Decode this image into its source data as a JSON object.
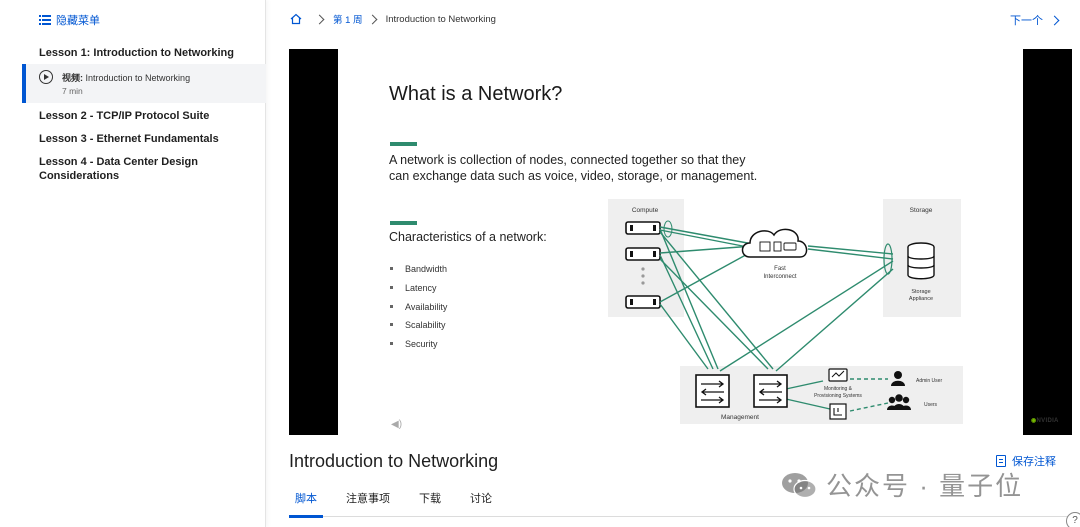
{
  "sidebar": {
    "hide_menu_label": "隐藏菜单",
    "lesson1_title": "Lesson 1: Introduction to Networking",
    "active_item": {
      "type_label": "视频:",
      "title": "Introduction to Networking",
      "duration": "7 min"
    },
    "lessons": [
      "Lesson 2 - TCP/IP Protocol Suite",
      "Lesson 3 - Ethernet Fundamentals",
      "Lesson 4 - Data Center Design Considerations"
    ]
  },
  "header": {
    "breadcrumb_week": "第 1 周",
    "breadcrumb_current": "Introduction to Networking",
    "next_label": "下一个"
  },
  "slide": {
    "title": "What is a Network?",
    "description": "A network is collection of nodes, connected together so that they can exchange data such as voice, video, storage, or management.",
    "subhead": "Characteristics of a network:",
    "bullets": [
      "Bandwidth",
      "Latency",
      "Availability",
      "Scalability",
      "Security"
    ],
    "diagram": {
      "compute_label": "Compute",
      "storage_label": "Storage",
      "fast_interconnect_line1": "Fast",
      "fast_interconnect_line2": "Interconnect",
      "storage_appliance_line1": "Storage",
      "storage_appliance_line2": "Appliance",
      "monitoring_line1": "Monitoring &",
      "monitoring_line2": "Provisioning Systems",
      "management_label": "Management",
      "admin_user_label": "Admin User",
      "users_label": "Users"
    },
    "logo_text": "NVIDIA",
    "colors": {
      "accent_green": "#2e8b6e",
      "panel_gray": "#efefef"
    }
  },
  "main": {
    "course_title": "Introduction to Networking",
    "save_notes_label": "保存注释",
    "tabs": [
      "脚本",
      "注意事项",
      "下载",
      "讨论"
    ],
    "active_tab": "脚本"
  },
  "watermark": {
    "text": "公众号 · 量子位"
  },
  "help_label": "?",
  "colors": {
    "brand_blue": "#0056d2"
  }
}
